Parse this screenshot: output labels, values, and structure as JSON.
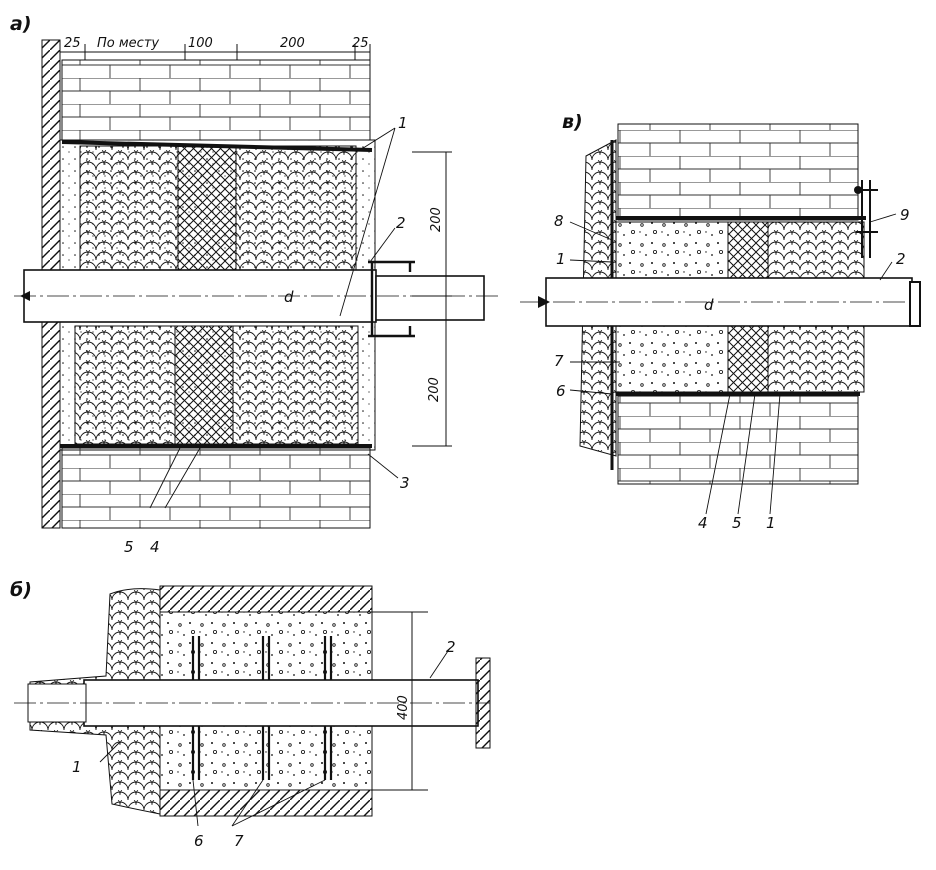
{
  "panel_a": {
    "label": "а)",
    "dims_top": [
      "25",
      "По месту",
      "100",
      "200",
      "25"
    ],
    "dims_side": [
      "200",
      "200"
    ],
    "pipe_label": "d",
    "callouts": [
      "1",
      "2",
      "3",
      "5",
      "4"
    ]
  },
  "panel_b": {
    "label": "б)",
    "dim_side": "400",
    "callouts": [
      "2",
      "1",
      "6",
      "7"
    ]
  },
  "panel_v": {
    "label": "в)",
    "pipe_label": "d",
    "callouts": [
      "8",
      "1",
      "9",
      "2",
      "7",
      "6",
      "4",
      "5",
      "1"
    ]
  },
  "colors": {
    "ink": "#111111",
    "paper": "#ffffff",
    "hatch": "#222222"
  }
}
